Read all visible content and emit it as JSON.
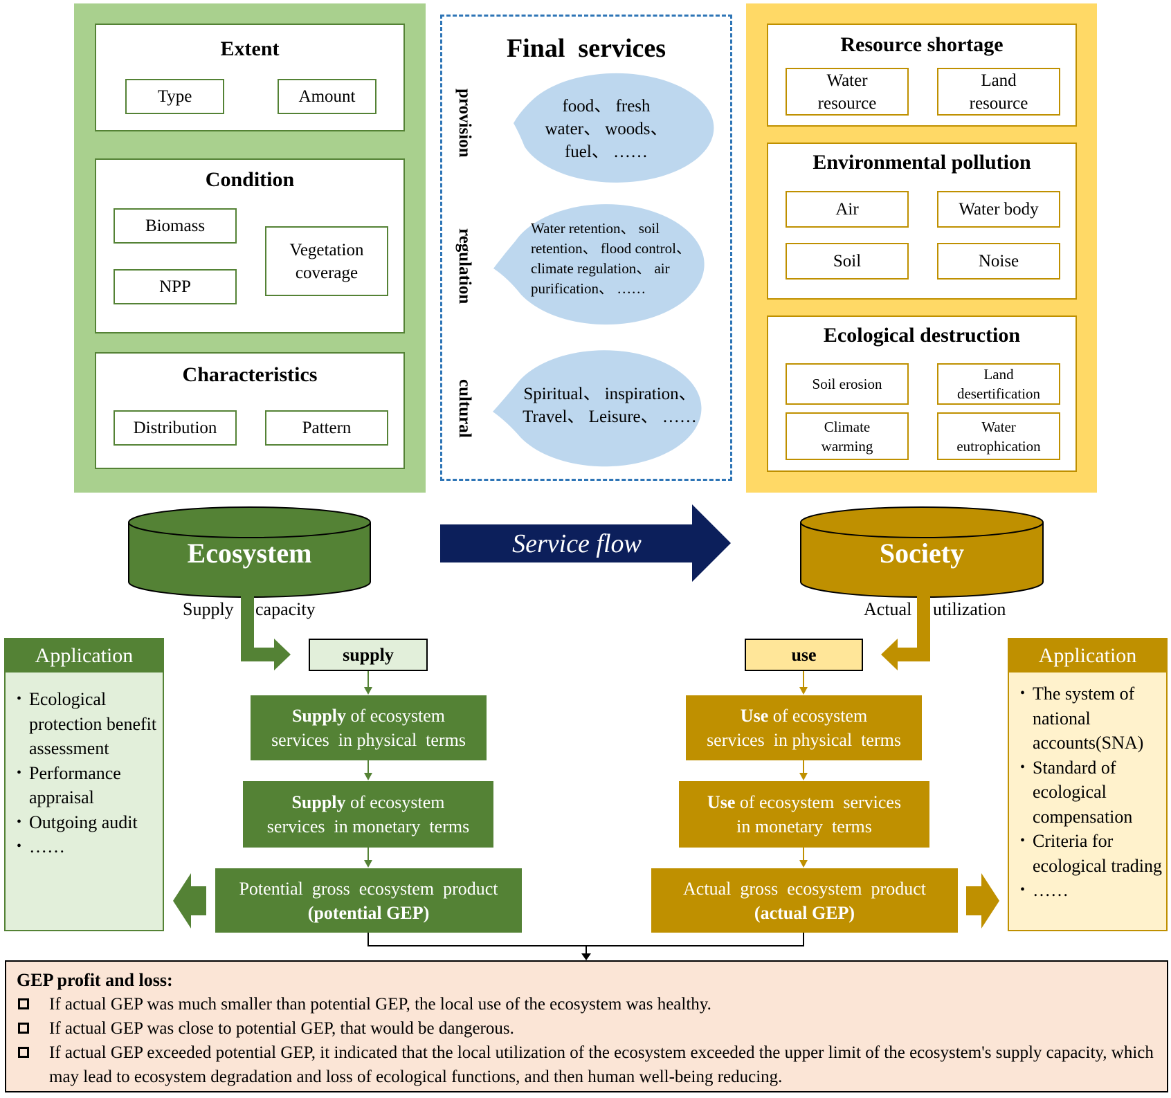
{
  "ecosystem_panel": {
    "extent": {
      "title": "Extent",
      "items": [
        "Type",
        "Amount"
      ]
    },
    "condition": {
      "title": "Condition",
      "items": [
        "Biomass",
        "NPP",
        "Vegetation coverage"
      ]
    },
    "characteristics": {
      "title": "Characteristics",
      "items": [
        "Distribution",
        "Pattern"
      ]
    }
  },
  "final_services": {
    "title": "Final  services",
    "groups": [
      {
        "label": "provision",
        "text": "food、 fresh water、 woods、 fuel、 ……"
      },
      {
        "label": "regulation",
        "text": "Water retention、 soil retention、 flood control、 climate regulation、 air purification、 ……"
      },
      {
        "label": "cultural",
        "text": "Spiritual、 inspiration、 Travel、 Leisure、 ……"
      }
    ]
  },
  "society_panel": {
    "resource_shortage": {
      "title": "Resource shortage",
      "items": [
        "Water resource",
        "Land resource"
      ]
    },
    "environmental_pollution": {
      "title": "Environmental pollution",
      "items": [
        "Air",
        "Water body",
        "Soil",
        "Noise"
      ]
    },
    "ecological_destruction": {
      "title": "Ecological destruction",
      "items": [
        "Soil erosion",
        "Land desertification",
        "Climate warming",
        "Water eutrophication"
      ]
    }
  },
  "middle": {
    "ecosystem": "Ecosystem",
    "service_flow": "Service flow",
    "society": "Society",
    "supply_capacity": [
      "Supply",
      "capacity"
    ],
    "actual_utilization": [
      "Actual",
      "utilization"
    ]
  },
  "supply_chain": {
    "tag": "supply",
    "step1": {
      "bold": "Supply",
      "rest1": " of ecosystem",
      "rest2": "services  in physical  terms"
    },
    "step2": {
      "bold": "Supply",
      "rest1": " of ecosystem",
      "rest2": "services  in monetary  terms"
    },
    "step3": {
      "line1": "Potential  gross  ecosystem  product",
      "line2": "(potential GEP)"
    }
  },
  "use_chain": {
    "tag": "use",
    "step1": {
      "bold": "Use",
      "rest1": " of ecosystem",
      "rest2": "services  in physical  terms"
    },
    "step2": {
      "bold": "Use",
      "rest1": " of ecosystem  services",
      "rest2": "in monetary  terms"
    },
    "step3": {
      "line1": "Actual  gross  ecosystem  product",
      "line2": "(actual GEP)"
    }
  },
  "application_left": {
    "title": "Application",
    "items": [
      "Ecological protection benefit assessment",
      "Performance appraisal",
      "Outgoing  audit",
      "……"
    ]
  },
  "application_right": {
    "title": "Application",
    "items": [
      "The system of national accounts(SNA)",
      "Standard  of ecological compensation",
      "Criteria for ecological trading",
      "……"
    ]
  },
  "gep": {
    "title": "GEP profit and loss:",
    "items": [
      "If actual  GEP was much smaller than potential GEP, the local use of the ecosystem  was healthy.",
      "If actual  GEP was close to potential GEP, that would be dangerous.",
      "If actual  GEP exceeded potential GEP, it indicated that the local utilization of the ecosystem  exceeded the upper limit of the ecosystem's supply capacity, which may lead to ecosystem  degradation  and loss of ecological  functions,  and then human  well-being  reducing."
    ]
  },
  "colors": {
    "green_panel": "#a9d08e",
    "green_dark": "#548235",
    "yellow_panel": "#ffd966",
    "yellow_dark": "#bf9000",
    "navy": "#0c1f5b",
    "bubble": "#bdd7ee",
    "blue_dash": "#2e75b6",
    "pink": "#fbe5d6"
  }
}
